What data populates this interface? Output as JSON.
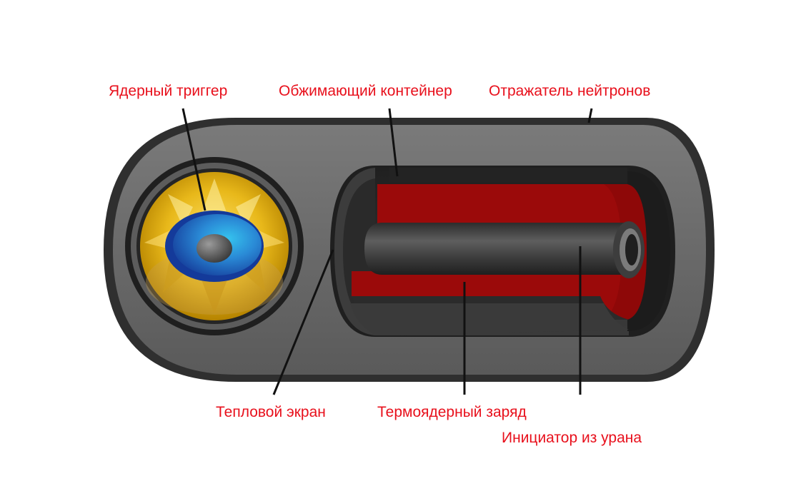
{
  "diagram": {
    "labels": {
      "nuclear_trigger": "Ядерный триггер",
      "compression_container": "Обжимающий контейнер",
      "neutron_reflector": "Отражатель нейтронов",
      "heat_shield": "Тепловой экран",
      "thermonuclear_charge": "Термоядерный заряд",
      "uranium_initiator": "Инициатор из урана"
    }
  },
  "colors": {
    "label_text": "#e8101c",
    "leader_line": "#111111",
    "casing": "#6b6b6b",
    "casing_dark": "#262626",
    "reflector_liner": "#9b0a0a",
    "fusion_cylinder": "#3a3a3a",
    "trigger_gold": "#e6b400",
    "trigger_blue": "#1b4fb5",
    "trigger_cyan": "#29a3d6",
    "trigger_core": "#5a5a5a"
  }
}
